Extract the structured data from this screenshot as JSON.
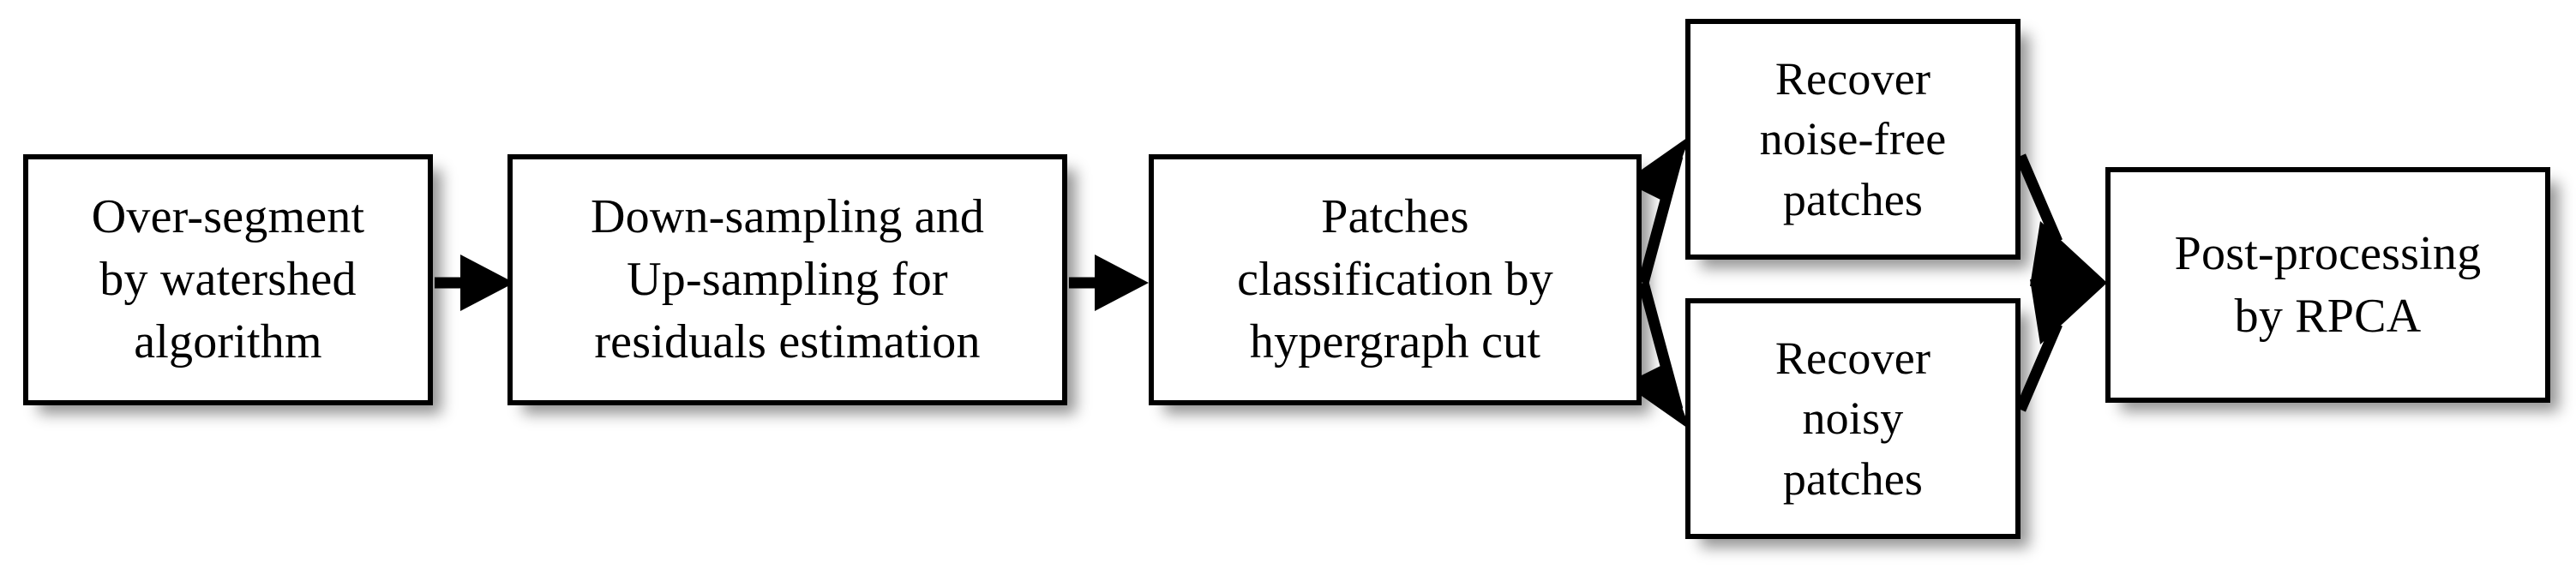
{
  "diagram": {
    "type": "flowchart",
    "orientation": "left-to-right",
    "nodes": [
      {
        "id": "watershed",
        "label": "Over-segment\nby  watershed\nalgorithm"
      },
      {
        "id": "resampling",
        "label": "Down-sampling and\nUp-sampling for\nresiduals estimation"
      },
      {
        "id": "classification",
        "label": "Patches\nclassification  by\nhypergraph cut"
      },
      {
        "id": "noisefree",
        "label": "Recover\nnoise-free\npatches"
      },
      {
        "id": "noisy",
        "label": "Recover\nnoisy\npatches"
      },
      {
        "id": "rpca",
        "label": "Post-processing\nby RPCA"
      }
    ],
    "edges": [
      {
        "from": "watershed",
        "to": "resampling",
        "style": "straight-arrow"
      },
      {
        "from": "resampling",
        "to": "classification",
        "style": "straight-arrow"
      },
      {
        "from": "classification",
        "to": "noisefree",
        "style": "diagonal-arrow-up"
      },
      {
        "from": "classification",
        "to": "noisy",
        "style": "diagonal-arrow-down"
      },
      {
        "from": "noisefree",
        "to": "rpca",
        "style": "diagonal-arrow-down"
      },
      {
        "from": "noisy",
        "to": "rpca",
        "style": "diagonal-arrow-up"
      }
    ],
    "colors": {
      "node_fill": "#ffffff",
      "node_border": "#000000",
      "text": "#000000",
      "background": "#ffffff",
      "shadow": "rgba(0,0,0,0.42)"
    }
  }
}
